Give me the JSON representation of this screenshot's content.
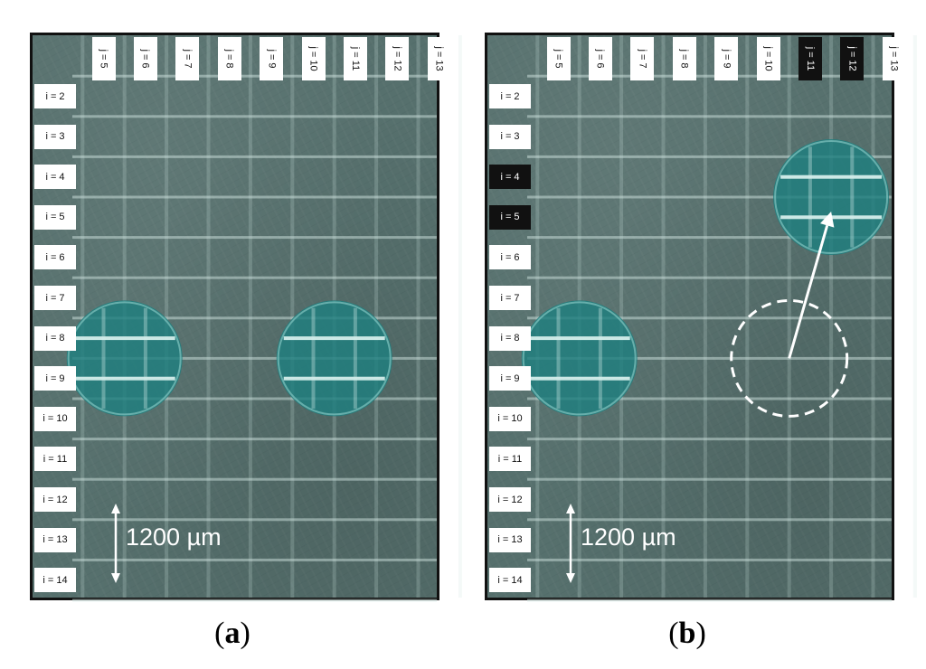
{
  "panels": [
    {
      "id": "a",
      "caption_letter": "a",
      "col_labels": [
        "j = 5",
        "j = 6",
        "j = 7",
        "j = 8",
        "j = 9",
        "j = 10",
        "j = 11",
        "j = 12",
        "j = 13"
      ],
      "row_labels": [
        "i = 2",
        "i = 3",
        "i = 4",
        "i = 5",
        "i = 6",
        "i = 7",
        "i = 8",
        "i = 9",
        "i = 10",
        "i = 11",
        "i = 12",
        "i = 13",
        "i = 14"
      ],
      "highlighted_cols": [],
      "highlighted_rows": [],
      "scale_bar": "1200 µm",
      "droplets": [
        {
          "row": 8.5,
          "col": 5.5,
          "style": "filled"
        },
        {
          "row": 8.5,
          "col": 10.5,
          "style": "filled"
        }
      ],
      "arrow": null
    },
    {
      "id": "b",
      "caption_letter": "b",
      "col_labels": [
        "j = 5",
        "j = 6",
        "j = 7",
        "j = 8",
        "j = 9",
        "j = 10",
        "j = 11",
        "j = 12",
        "j = 13"
      ],
      "row_labels": [
        "i = 2",
        "i = 3",
        "i = 4",
        "i = 5",
        "i = 6",
        "i = 7",
        "i = 8",
        "i = 9",
        "i = 10",
        "i = 11",
        "i = 12",
        "i = 13",
        "i = 14"
      ],
      "highlighted_cols": [
        "j = 11",
        "j = 12"
      ],
      "highlighted_rows": [
        "i = 4",
        "i = 5"
      ],
      "scale_bar": "1200 µm",
      "droplets": [
        {
          "row": 8.5,
          "col": 5.5,
          "style": "filled"
        },
        {
          "row": 4.5,
          "col": 11.5,
          "style": "filled"
        },
        {
          "row": 8.5,
          "col": 10.5,
          "style": "dashed"
        }
      ],
      "arrow": {
        "from": {
          "row": 8.5,
          "col": 10.5
        },
        "to": {
          "row": 4.5,
          "col": 11.5
        }
      }
    }
  ],
  "colors": {
    "droplet": "#1f7f7f",
    "grid_line": "#cfe3e0",
    "outline": "#ffffff"
  }
}
